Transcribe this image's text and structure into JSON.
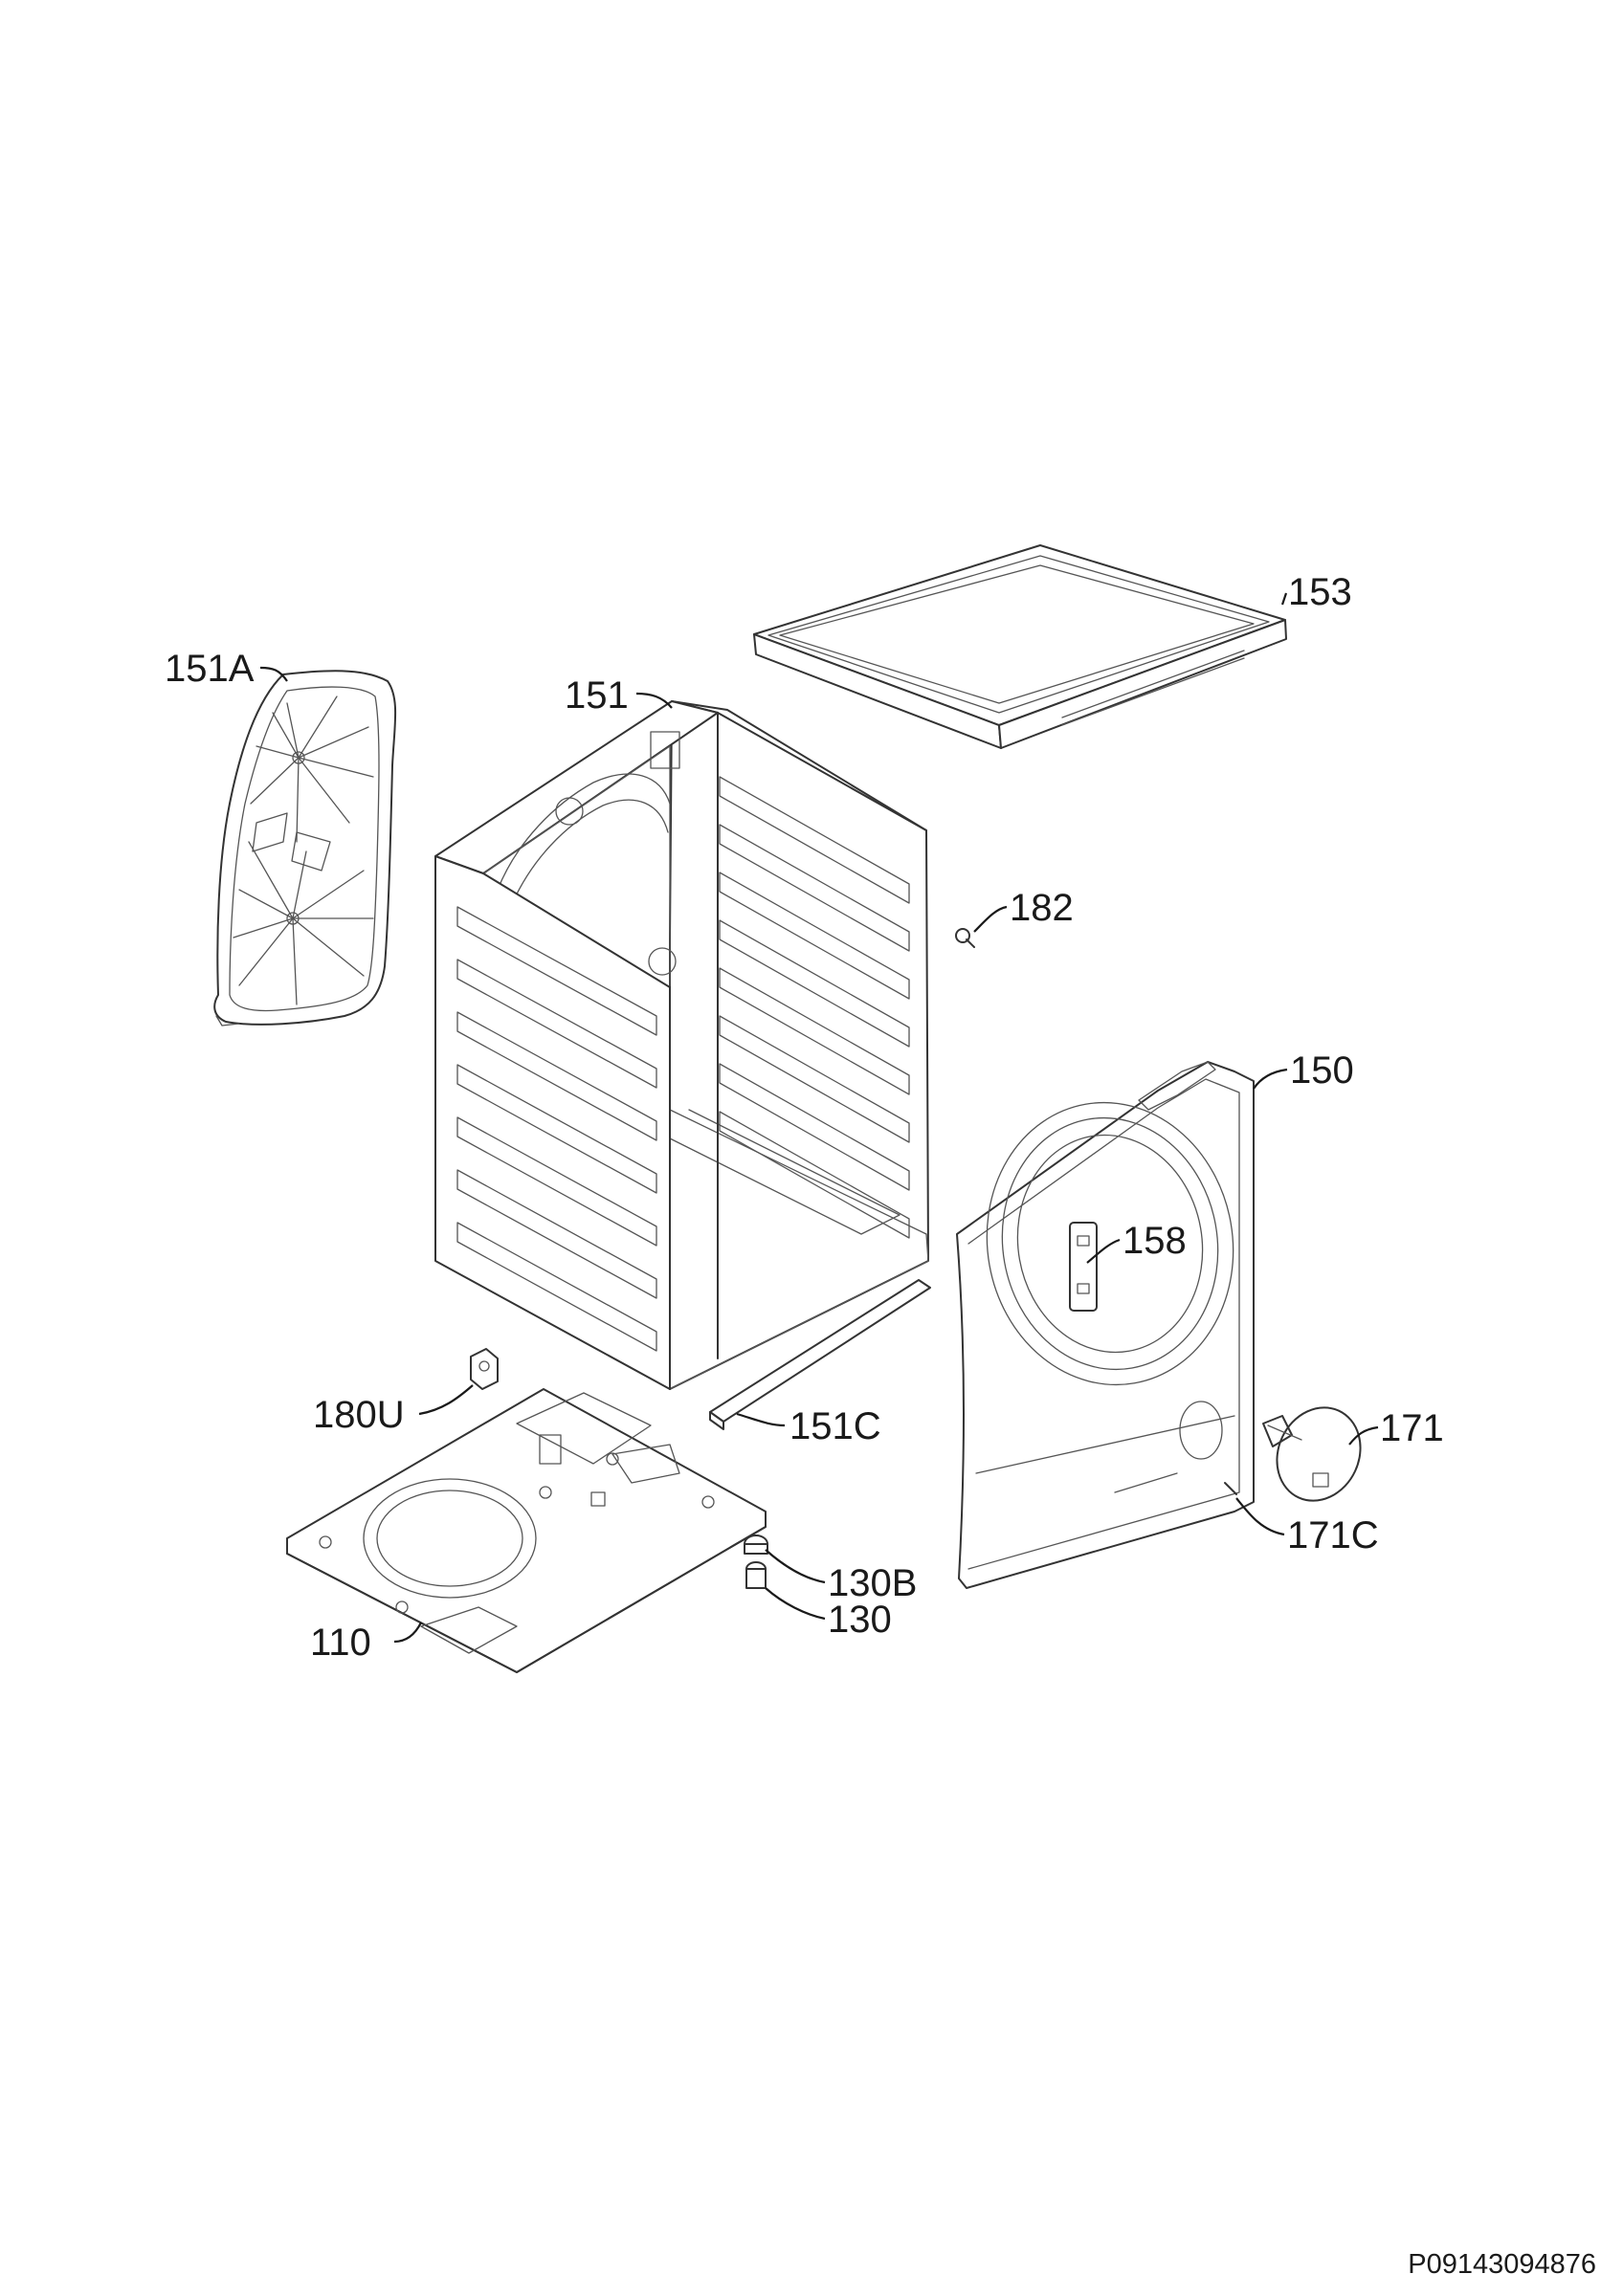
{
  "document_id": "P09143094876",
  "callouts": [
    {
      "id": "153",
      "text": "153"
    },
    {
      "id": "151A",
      "text": "151A"
    },
    {
      "id": "151",
      "text": "151"
    },
    {
      "id": "182",
      "text": "182"
    },
    {
      "id": "150",
      "text": "150"
    },
    {
      "id": "158",
      "text": "158"
    },
    {
      "id": "180U",
      "text": "180U"
    },
    {
      "id": "151C",
      "text": "151C"
    },
    {
      "id": "171",
      "text": "171"
    },
    {
      "id": "171C",
      "text": "171C"
    },
    {
      "id": "130B",
      "text": "130B"
    },
    {
      "id": "130",
      "text": "130"
    },
    {
      "id": "110",
      "text": "110"
    }
  ]
}
